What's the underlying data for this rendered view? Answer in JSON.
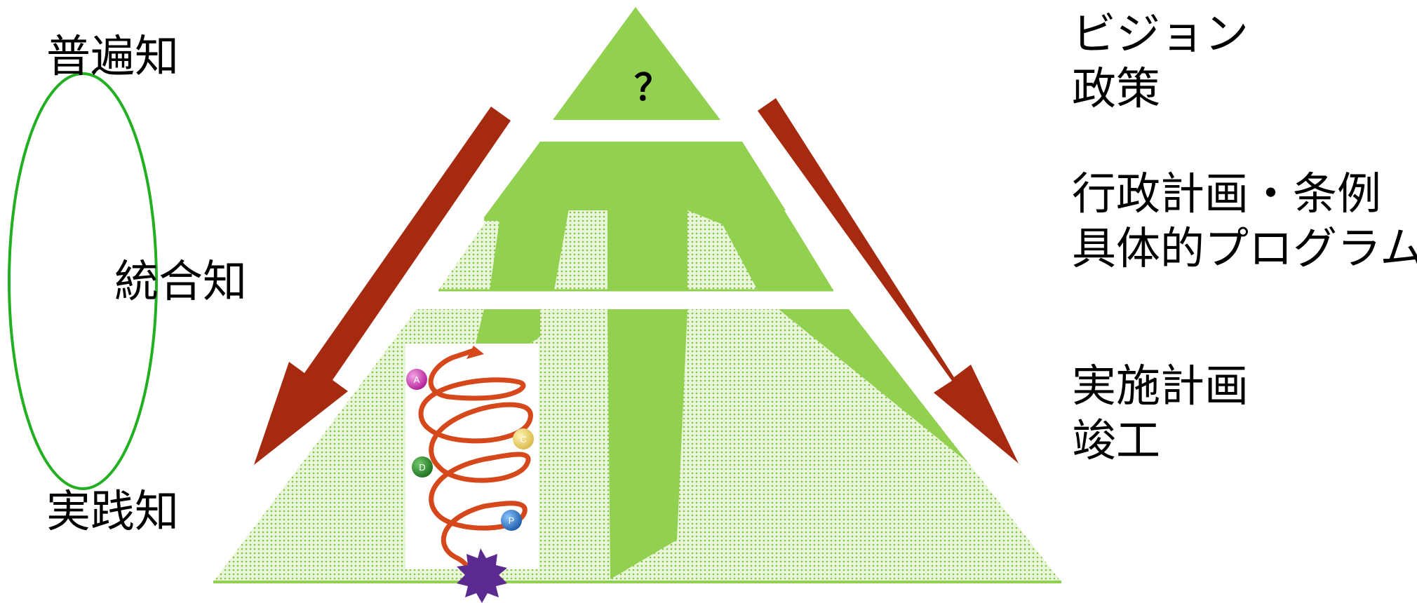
{
  "left_axis": {
    "top_label": "普遍知",
    "middle_label": "統合知",
    "bottom_label": "実践知"
  },
  "pyramid": {
    "apex_label": "？",
    "tiers": [
      {
        "lines": [
          "ビジョン",
          "政策"
        ]
      },
      {
        "lines": [
          "行政計画・条例",
          "具体的プログラム"
        ]
      },
      {
        "lines": [
          "実施計画",
          "竣工"
        ]
      }
    ],
    "cycle_nodes": [
      "A",
      "C",
      "D",
      "P"
    ]
  },
  "colors": {
    "pyramid_green": "#92D050",
    "dotted_pattern": "#7DC03A",
    "arrow_red": "#A52A0F",
    "ellipse_green": "#22B022",
    "spiral_orange": "#D5481B",
    "star_purple": "#5B2A91"
  }
}
